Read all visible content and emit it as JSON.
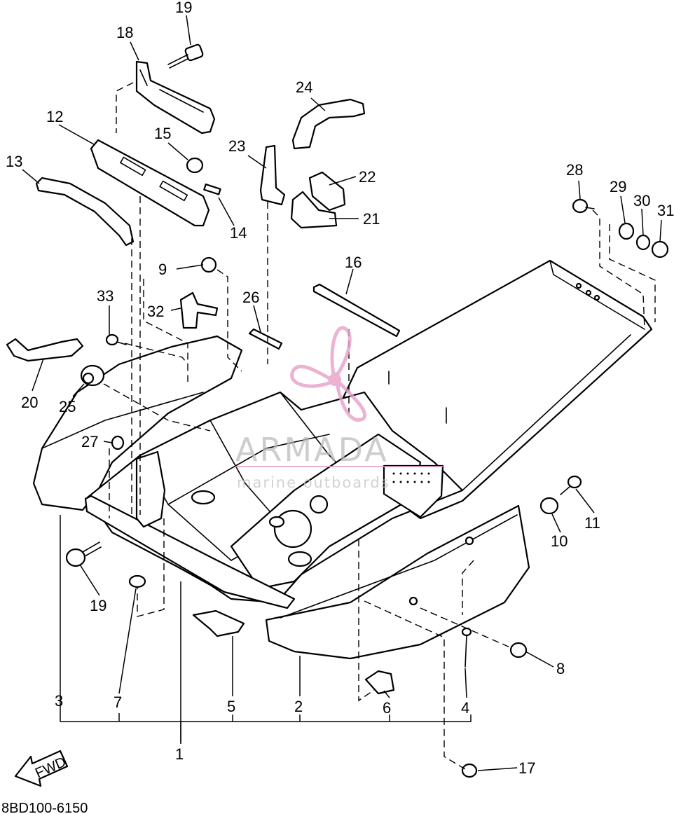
{
  "diagram": {
    "callouts": [
      {
        "id": "1",
        "label": "1"
      },
      {
        "id": "2",
        "label": "2"
      },
      {
        "id": "3",
        "label": "3"
      },
      {
        "id": "4",
        "label": "4"
      },
      {
        "id": "5",
        "label": "5"
      },
      {
        "id": "6",
        "label": "6"
      },
      {
        "id": "7",
        "label": "7"
      },
      {
        "id": "8",
        "label": "8"
      },
      {
        "id": "9",
        "label": "9"
      },
      {
        "id": "10",
        "label": "10"
      },
      {
        "id": "11",
        "label": "11"
      },
      {
        "id": "12",
        "label": "12"
      },
      {
        "id": "13",
        "label": "13"
      },
      {
        "id": "14",
        "label": "14"
      },
      {
        "id": "15",
        "label": "15"
      },
      {
        "id": "16",
        "label": "16"
      },
      {
        "id": "17",
        "label": "17"
      },
      {
        "id": "18",
        "label": "18"
      },
      {
        "id": "19a",
        "label": "19"
      },
      {
        "id": "19b",
        "label": "19"
      },
      {
        "id": "20",
        "label": "20"
      },
      {
        "id": "21",
        "label": "21"
      },
      {
        "id": "22",
        "label": "22"
      },
      {
        "id": "23",
        "label": "23"
      },
      {
        "id": "24",
        "label": "24"
      },
      {
        "id": "25",
        "label": "25"
      },
      {
        "id": "26",
        "label": "26"
      },
      {
        "id": "27",
        "label": "27"
      },
      {
        "id": "28",
        "label": "28"
      },
      {
        "id": "29",
        "label": "29"
      },
      {
        "id": "30",
        "label": "30"
      },
      {
        "id": "31",
        "label": "31"
      },
      {
        "id": "32",
        "label": "32"
      },
      {
        "id": "33",
        "label": "33"
      }
    ],
    "direction_arrow": "FWD",
    "diagram_code": "8BD100-6150"
  },
  "watermark": {
    "brand": "ARMADA",
    "tagline": "marine outboards",
    "logo_color": "#e8a0c8",
    "text_color": "#bdbdbd"
  }
}
